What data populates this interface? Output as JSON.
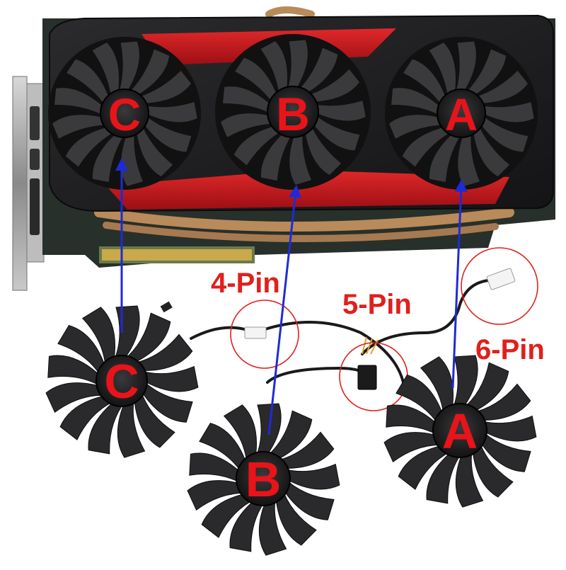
{
  "labels": {
    "pin4": "4-Pin",
    "pin5": "5-Pin",
    "pin6": "6-Pin"
  },
  "fans": {
    "c": "C",
    "b": "B",
    "a": "A"
  },
  "colors": {
    "accent_red": "#e0201c",
    "arrow_blue": "#1f2ad6",
    "card_red": "#c8161d",
    "shroud_black": "#1c1c1e",
    "pcb_green": "#3c5b3a"
  }
}
